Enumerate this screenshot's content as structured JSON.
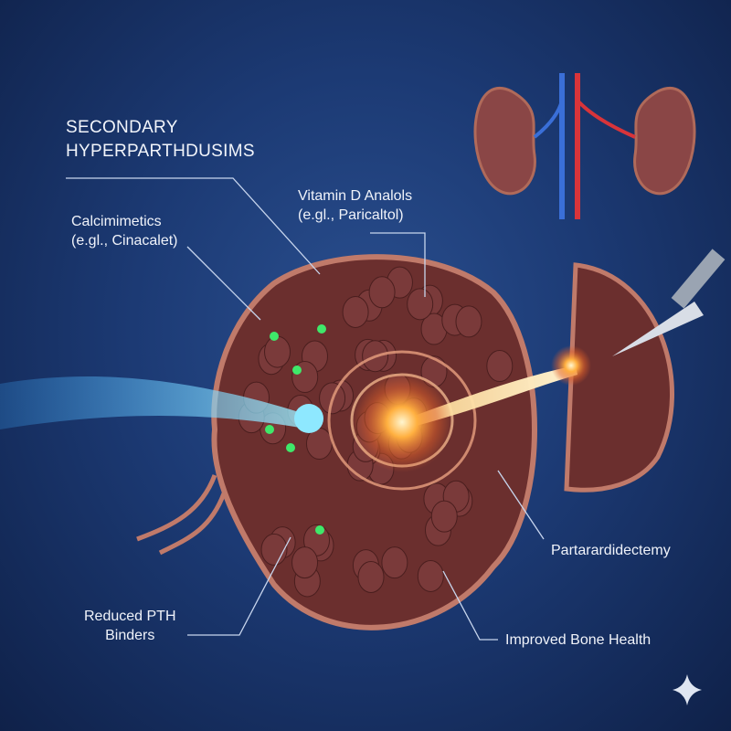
{
  "title": {
    "line1": "SECONDARY",
    "line2": "HYPERPARTHDUSIMS"
  },
  "labels": {
    "calcimimetics_line1": "Calcimimetics",
    "calcimimetics_line2": "(e.g|., Cinacalet)",
    "vitd_line1": "Vitamin D Analols",
    "vitd_line2": "(e.gl., Paricaltol)",
    "parathyroidectomy": "Partarardidectemy",
    "reduced_line1": "Reduced PTH",
    "reduced_line2": "Binders",
    "bone": "Improved Bone Health"
  },
  "colors": {
    "gland": "#6b2f2e",
    "cell": "#7a3a3a",
    "blue_stream": "#5fd0ff",
    "orange_core": "#ffb040",
    "green_dots": "#3fe86a",
    "background": "#1c3a74"
  },
  "icons": {
    "kidneys": "kidneys-icon",
    "scalpel": "scalpel-icon",
    "sparkle": "sparkle-icon"
  }
}
